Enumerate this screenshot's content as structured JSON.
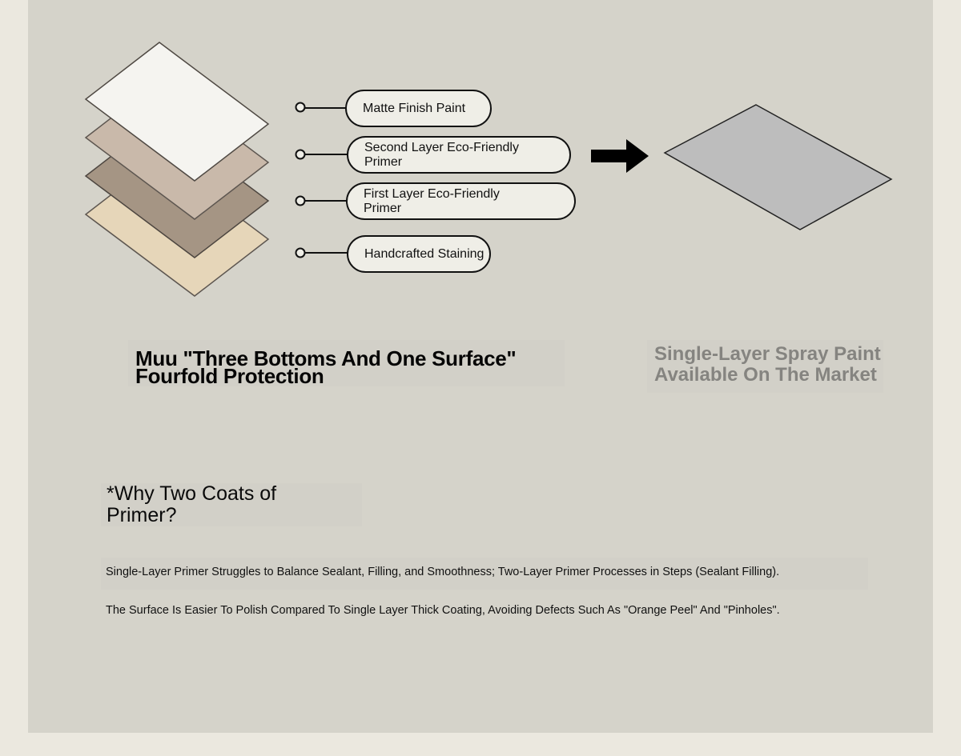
{
  "diagram": {
    "layer_labels": [
      "Matte Finish Paint",
      "Second Layer Eco-Friendly\nPrimer",
      "First Layer Eco-Friendly\nPrimer",
      "Handcrafted Staining"
    ],
    "layer_colors": [
      "#f5f4f0",
      "#c9b9aa",
      "#a59584",
      "#e6d6b9"
    ],
    "single_layer_color": "#bdbdbd",
    "main_caption": "Muu \"Three Bottoms And One Surface\"\nFourfold Protection",
    "side_caption": "Single-Layer Spray Paint\nAvailable On The Market"
  },
  "why": {
    "title": "*Why Two Coats of\nPrimer?",
    "lines": [
      "Single-Layer Primer Struggles to Balance Sealant, Filling, and Smoothness; Two-Layer Primer Processes in Steps (Sealant Filling).",
      "The Surface Is Easier To Polish Compared To Single Layer Thick Coating, Avoiding Defects Such As \"Orange Peel\" And \"Pinholes\"."
    ]
  }
}
